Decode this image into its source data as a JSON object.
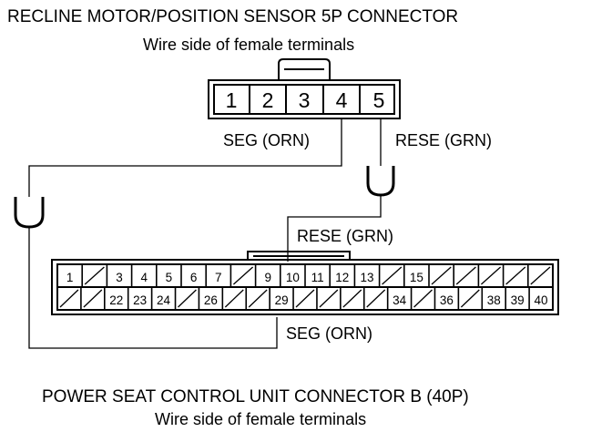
{
  "top_connector": {
    "title": "RECLINE MOTOR/POSITION SENSOR 5P CONNECTOR",
    "subtitle": "Wire side of female terminals",
    "pins": [
      "1",
      "2",
      "3",
      "4",
      "5"
    ]
  },
  "bottom_connector": {
    "title": "POWER SEAT CONTROL UNIT CONNECTOR B (40P)",
    "subtitle": "Wire side of female terminals",
    "row1": [
      "1",
      "",
      "3",
      "4",
      "5",
      "6",
      "7",
      "",
      "9",
      "10",
      "11",
      "12",
      "13",
      "",
      "15",
      "",
      "",
      "",
      "",
      ""
    ],
    "row2": [
      "",
      "",
      "22",
      "23",
      "24",
      "",
      "26",
      "",
      "",
      "29",
      "",
      "",
      "",
      "",
      "34",
      "",
      "36",
      "",
      "38",
      "39",
      "40"
    ]
  },
  "wires": {
    "seg_top": "SEG (ORN)",
    "rese_top": "RESE (GRN)",
    "rese_bottom": "RESE (GRN)",
    "seg_bottom": "SEG (ORN)"
  },
  "colors": {
    "line": "#000000",
    "background": "#ffffff"
  }
}
